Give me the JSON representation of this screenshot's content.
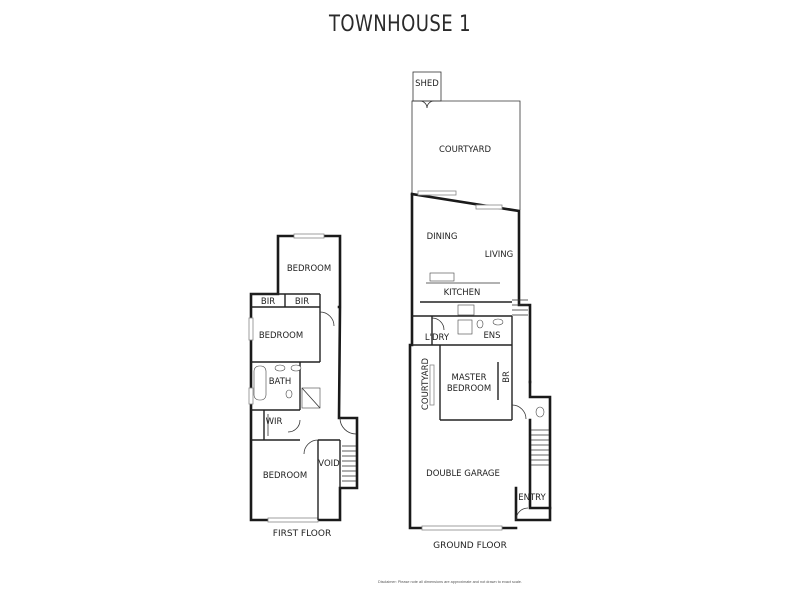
{
  "title": "TOWNHOUSE 1",
  "floors": {
    "first": {
      "label": "FIRST FLOOR",
      "rooms": {
        "bedroom_top": "BEDROOM",
        "bir_left": "BIR",
        "bir_right": "BIR",
        "bedroom_middle": "BEDROOM",
        "bath": "BATH",
        "wir": "WIR",
        "bedroom_bottom": "BEDROOM",
        "void": "VOID"
      }
    },
    "ground": {
      "label": "GROUND FLOOR",
      "rooms": {
        "shed": "SHED",
        "courtyard": "COURTYARD",
        "dining": "DINING",
        "living": "LIVING",
        "kitchen": "KITCHEN",
        "laundry": "L'DRY",
        "ensuite": "ENS",
        "courtyard_side": "COURTYARD",
        "master_1": "MASTER",
        "master_2": "BEDROOM",
        "br": "BR",
        "double_garage": "DOUBLE GARAGE",
        "entry": "ENTRY"
      }
    }
  },
  "disclaimer": "Disclaimer: Please note all dimensions are approximate and not drawn to exact scale."
}
